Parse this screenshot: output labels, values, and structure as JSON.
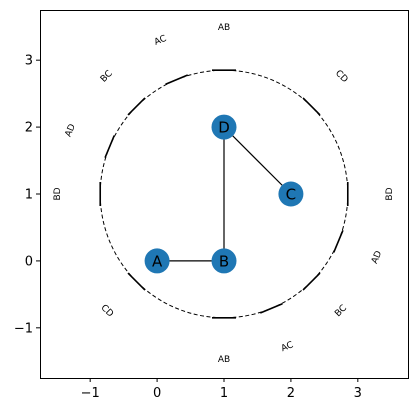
{
  "colors": {
    "node_fill": "#1f77b4",
    "edge": "#000000",
    "circle": "#000000",
    "axes": "#000000",
    "background": "#ffffff"
  },
  "chart_data": {
    "type": "graph",
    "xlim": [
      -1.75,
      3.75
    ],
    "ylim": [
      -1.75,
      3.75
    ],
    "x_ticks": [
      -1,
      0,
      1,
      2,
      3
    ],
    "y_ticks": [
      -1,
      0,
      1,
      2,
      3
    ],
    "x_tick_labels": [
      "−1",
      "0",
      "1",
      "2",
      "3"
    ],
    "y_tick_labels": [
      "−1",
      "0",
      "1",
      "2",
      "3"
    ],
    "grid": false,
    "circle": {
      "center": [
        1,
        1
      ],
      "radius": 1.85,
      "style": "dashed"
    },
    "nodes": [
      {
        "label": "A",
        "x": 0,
        "y": 0
      },
      {
        "label": "B",
        "x": 1,
        "y": 0
      },
      {
        "label": "C",
        "x": 2,
        "y": 1
      },
      {
        "label": "D",
        "x": 1,
        "y": 2
      }
    ],
    "edges": [
      [
        "A",
        "B"
      ],
      [
        "B",
        "D"
      ],
      [
        "D",
        "C"
      ]
    ],
    "boundary_marks": [
      {
        "label": "AB",
        "angle_deg": 90
      },
      {
        "label": "CD",
        "angle_deg": 45
      },
      {
        "label": "BD",
        "angle_deg": 0
      },
      {
        "label": "AD",
        "angle_deg": -22.5
      },
      {
        "label": "BC",
        "angle_deg": -45
      },
      {
        "label": "AC",
        "angle_deg": -67.5
      },
      {
        "label": "AB",
        "angle_deg": -90
      },
      {
        "label": "CD",
        "angle_deg": -135
      },
      {
        "label": "BD",
        "angle_deg": 180
      },
      {
        "label": "AD",
        "angle_deg": 157.5
      },
      {
        "label": "BC",
        "angle_deg": 135
      },
      {
        "label": "AC",
        "angle_deg": 112.5
      }
    ]
  }
}
